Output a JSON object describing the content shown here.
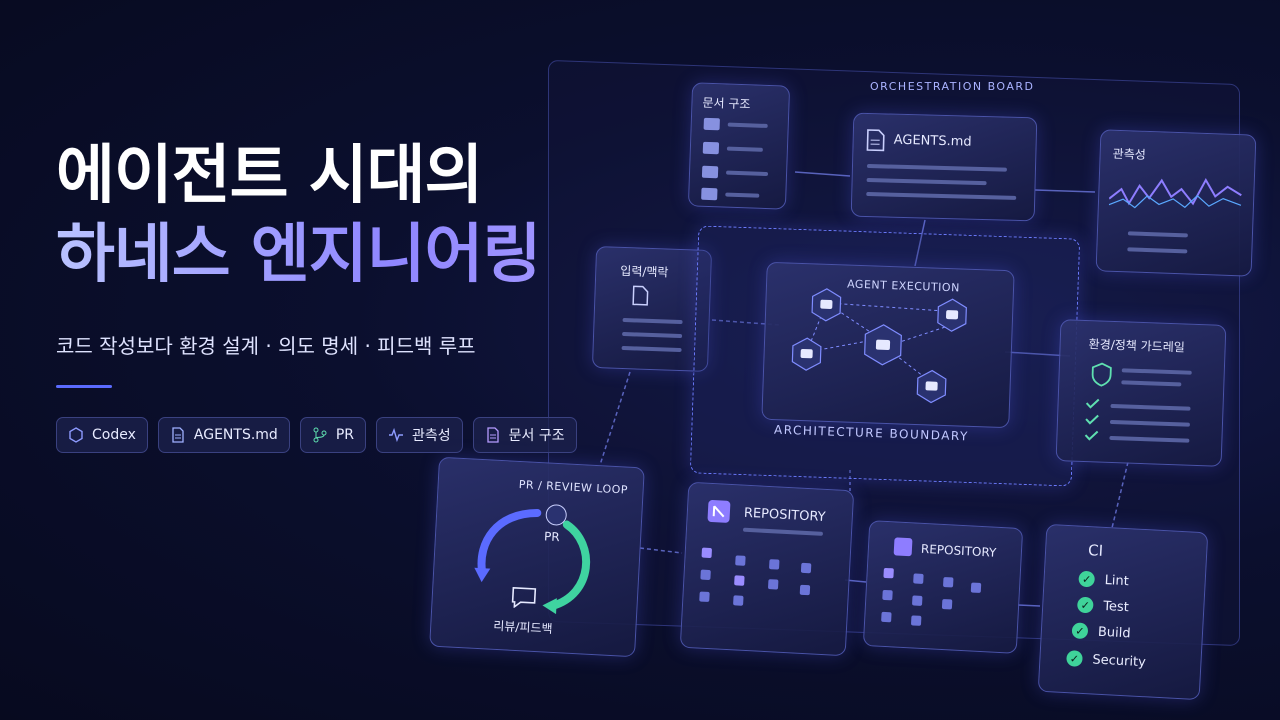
{
  "title": {
    "line1": "에이전트 시대의",
    "line2": "하네스 엔지니어링"
  },
  "subtitle": "코드 작성보다 환경 설계 · 의도 명세 · 피드백 루프",
  "tags": [
    {
      "label": "Codex",
      "icon": "codex-icon"
    },
    {
      "label": "AGENTS.md",
      "icon": "document-icon"
    },
    {
      "label": "PR",
      "icon": "branch-icon"
    },
    {
      "label": "관측성",
      "icon": "pulse-icon"
    },
    {
      "label": "문서 구조",
      "icon": "doc-structure-icon"
    }
  ],
  "board": {
    "orchestration": "ORCHESTRATION BOARD",
    "docs": "문서 구조",
    "agents_md": "AGENTS.md",
    "observability": "관측성",
    "input_context": "입력/맥락",
    "agent_execution": "AGENT EXECUTION",
    "architecture": "ARCHITECTURE BOUNDARY",
    "guardrail": "환경/정책 가드레일",
    "pr_loop": "PR / REVIEW LOOP",
    "pr": "PR",
    "review": "리뷰/피드백",
    "repo1": "REPOSITORY",
    "repo2": "REPOSITORY",
    "ci": {
      "title": "CI",
      "items": [
        "Lint",
        "Test",
        "Build",
        "Security"
      ]
    }
  },
  "colors": {
    "accent": "#5b6bff",
    "check": "#3fd39a",
    "background": "#0b0f2e"
  }
}
